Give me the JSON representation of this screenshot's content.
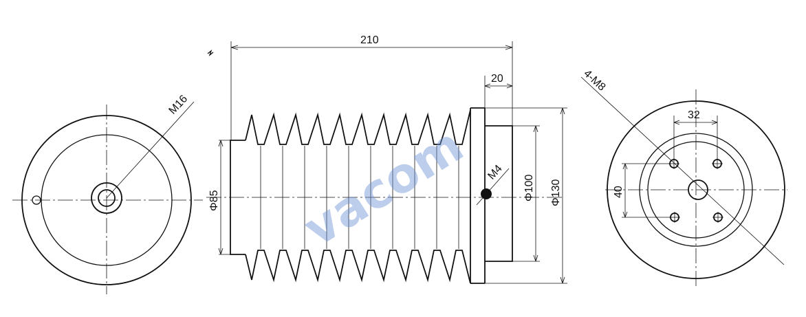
{
  "drawing": {
    "left_view": {
      "thread_label": "M16"
    },
    "side_view": {
      "overall_length": "210",
      "end_length": "20",
      "small_end_diameter": "Φ85",
      "body_diameter": "Φ100",
      "outer_diameter": "Φ130",
      "hole_label": "M4"
    },
    "right_view": {
      "bolt_pattern": "4-M8",
      "hole_spacing_horizontal": "32",
      "hole_spacing_vertical": "40"
    },
    "watermark": "vacom"
  }
}
